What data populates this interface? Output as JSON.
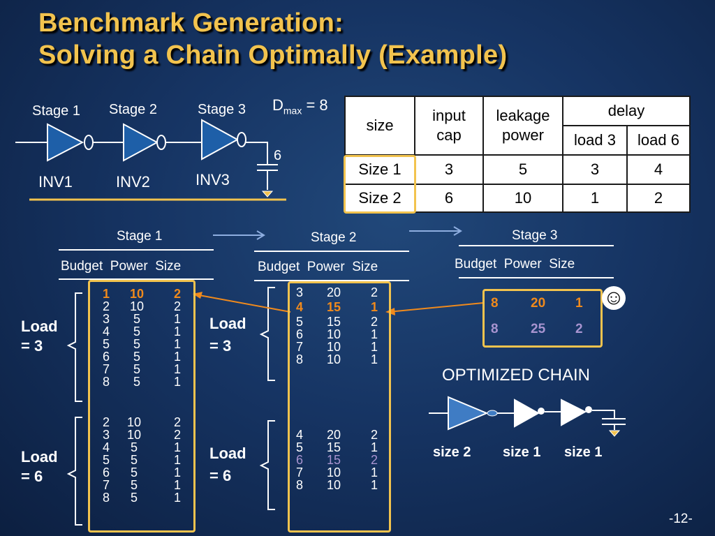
{
  "title": {
    "line1": "Benchmark Generation:",
    "line2": "Solving a Chain Optimally (Example)"
  },
  "circuit": {
    "stages": [
      "Stage 1",
      "Stage 2",
      "Stage 3"
    ],
    "inverters": [
      "INV1",
      "INV2",
      "INV3"
    ],
    "load": "6"
  },
  "dmax": {
    "symbol": "D",
    "sub": "max",
    "value": "= 8"
  },
  "spec_table": {
    "headers": {
      "size": "size",
      "input_cap": "input cap",
      "leakage": "leakage power",
      "delay": "delay",
      "load3": "load 3",
      "load6": "load 6"
    },
    "rows": [
      {
        "size": "Size 1",
        "input_cap": "3",
        "leakage": "5",
        "load3": "3",
        "load6": "4"
      },
      {
        "size": "Size 2",
        "input_cap": "6",
        "leakage": "10",
        "load3": "1",
        "load6": "2"
      }
    ]
  },
  "stage_tables": {
    "col_headers": {
      "budget": "Budget",
      "power": "Power",
      "size": "Size"
    },
    "stage1": {
      "label": "Stage 1",
      "load3_label": [
        "Load",
        "= 3"
      ],
      "load6_label": [
        "Load",
        "= 6"
      ],
      "load3": {
        "budget": [
          "1",
          "2",
          "3",
          "4",
          "5",
          "6",
          "7",
          "8"
        ],
        "power": [
          "10",
          "10",
          "5",
          "5",
          "5",
          "5",
          "5",
          "5"
        ],
        "size": [
          "2",
          "2",
          "1",
          "1",
          "1",
          "1",
          "1",
          "1"
        ]
      },
      "load6": {
        "budget": [
          "2",
          "3",
          "4",
          "5",
          "6",
          "7",
          "8"
        ],
        "power": [
          "10",
          "10",
          "5",
          "5",
          "5",
          "5",
          "5"
        ],
        "size": [
          "2",
          "2",
          "1",
          "1",
          "1",
          "1",
          "1"
        ]
      }
    },
    "stage2": {
      "label": "Stage 2",
      "load3_label": [
        "Load",
        "= 3"
      ],
      "load6_label": [
        "Load",
        "= 6"
      ],
      "load3": {
        "budget": [
          "3",
          "4",
          "5",
          "6",
          "7",
          "8"
        ],
        "power": [
          "20",
          "15",
          "15",
          "10",
          "10",
          "10"
        ],
        "size": [
          "2",
          "1",
          "2",
          "1",
          "1",
          "1"
        ]
      },
      "load6": {
        "budget": [
          "4",
          "5",
          "6",
          "7",
          "8"
        ],
        "power": [
          "20",
          "15",
          "15",
          "10",
          "10"
        ],
        "size": [
          "2",
          "1",
          "2",
          "1",
          "1"
        ]
      }
    },
    "stage3": {
      "label": "Stage 3",
      "rows": [
        {
          "budget": "8",
          "power": "20",
          "size": "1"
        },
        {
          "budget": "8",
          "power": "25",
          "size": "2"
        }
      ]
    }
  },
  "optimized": {
    "title": "OPTIMIZED CHAIN",
    "sizes": [
      "size 2",
      "size 1",
      "size 1"
    ]
  },
  "smiley": "☺",
  "page_number": "-12-"
}
